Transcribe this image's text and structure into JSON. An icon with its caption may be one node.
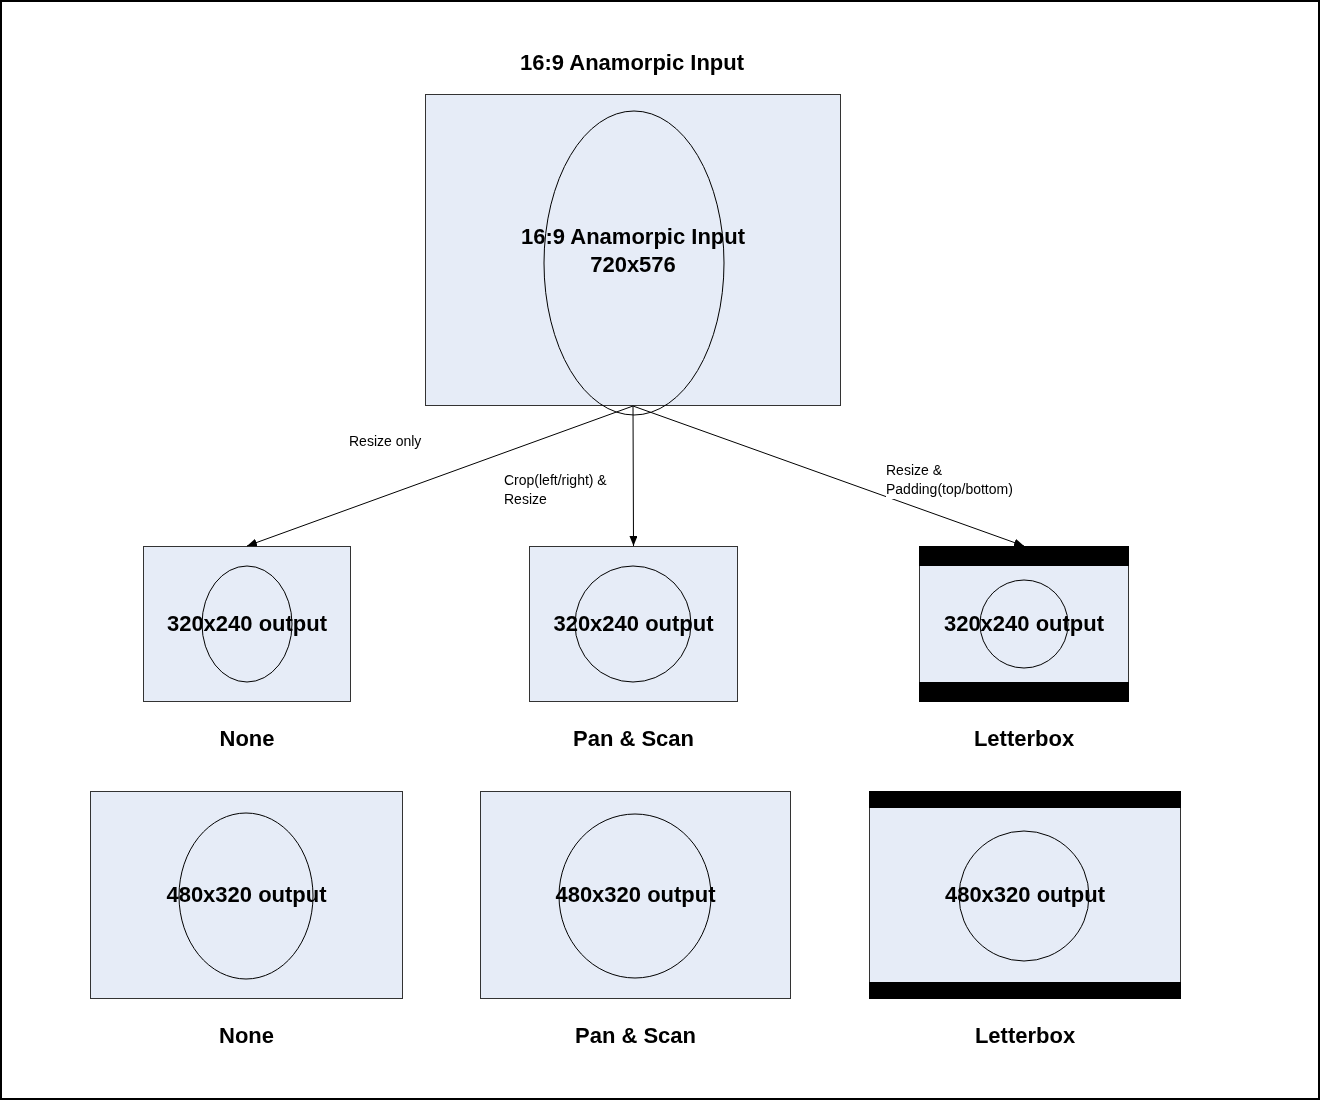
{
  "diagram": {
    "title": "16:9 Anamorpic Input",
    "nodes": [
      {
        "text": [
          "16:9 Anamorpic Input 720x576"
        ]
      },
      {
        "text": [
          "320x240 output"
        ],
        "beside": [
          "None"
        ]
      },
      {
        "text": [
          "320x240 output"
        ],
        "beside": [
          "Pan & Scan"
        ]
      },
      {
        "text": [
          "320x240 output"
        ],
        "beside": [
          "Letterbox"
        ]
      },
      {
        "text": [
          "480x320 output"
        ],
        "beside": [
          "None"
        ]
      },
      {
        "text": [
          "480x320 output"
        ],
        "beside": [
          "Pan & Scan"
        ]
      },
      {
        "text": [
          "480x320 output"
        ],
        "beside": [
          "Letterbox"
        ]
      }
    ],
    "edges": [
      {
        "from": 0,
        "to": 1,
        "arrow": "to",
        "label": "Resize only"
      },
      {
        "from": 0,
        "to": 2,
        "arrow": "to",
        "label": "Crop(left/right) & Resize"
      },
      {
        "from": 0,
        "to": 3,
        "arrow": "to",
        "label": "Resize & Padding(top/bottom)"
      }
    ]
  }
}
